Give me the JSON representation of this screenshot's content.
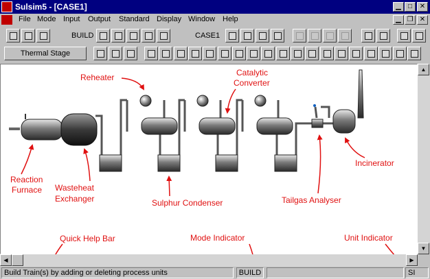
{
  "window": {
    "title": "Sulsim5 - [CASE1]"
  },
  "menu": [
    "File",
    "Mode",
    "Input",
    "Output",
    "Standard",
    "Display",
    "Window",
    "Help"
  ],
  "toolbar": {
    "mode_label": "BUILD",
    "case_label": "CASE1"
  },
  "stage_selector": {
    "value": "Thermal Stage"
  },
  "annotations": {
    "reheater": "Reheater",
    "catalytic": [
      "Catalytic",
      "Converter"
    ],
    "reaction_furnace": [
      "Reaction",
      "Furnace"
    ],
    "wasteheat": [
      "Wasteheat",
      "Exchanger"
    ],
    "sulphur_condenser": "Sulphur Condenser",
    "tailgas": "Tailgas Analyser",
    "incinerator": "Incinerator",
    "quick_help": "Quick Help Bar",
    "mode_indicator": "Mode Indicator",
    "unit_indicator": "Unit Indicator"
  },
  "statusbar": {
    "help_text": "Build Train(s) by adding or deleting process units",
    "mode": "BUILD",
    "units": "SI"
  },
  "colors": {
    "titlebar": "#000080",
    "annotation": "#e01010",
    "face": "#c0c0c0"
  }
}
